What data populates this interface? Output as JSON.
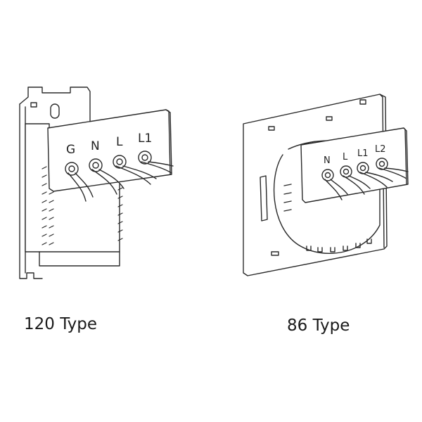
{
  "devices": [
    {
      "type_label": "120 Type",
      "terminals": [
        "G",
        "N",
        "L",
        "L1"
      ]
    },
    {
      "type_label": "86 Type",
      "terminals": [
        "N",
        "L",
        "L1",
        "L2"
      ]
    }
  ],
  "colors": {
    "line": "#2a2a2a",
    "fill": "#ffffff",
    "label_text": "#1a1a1a"
  }
}
